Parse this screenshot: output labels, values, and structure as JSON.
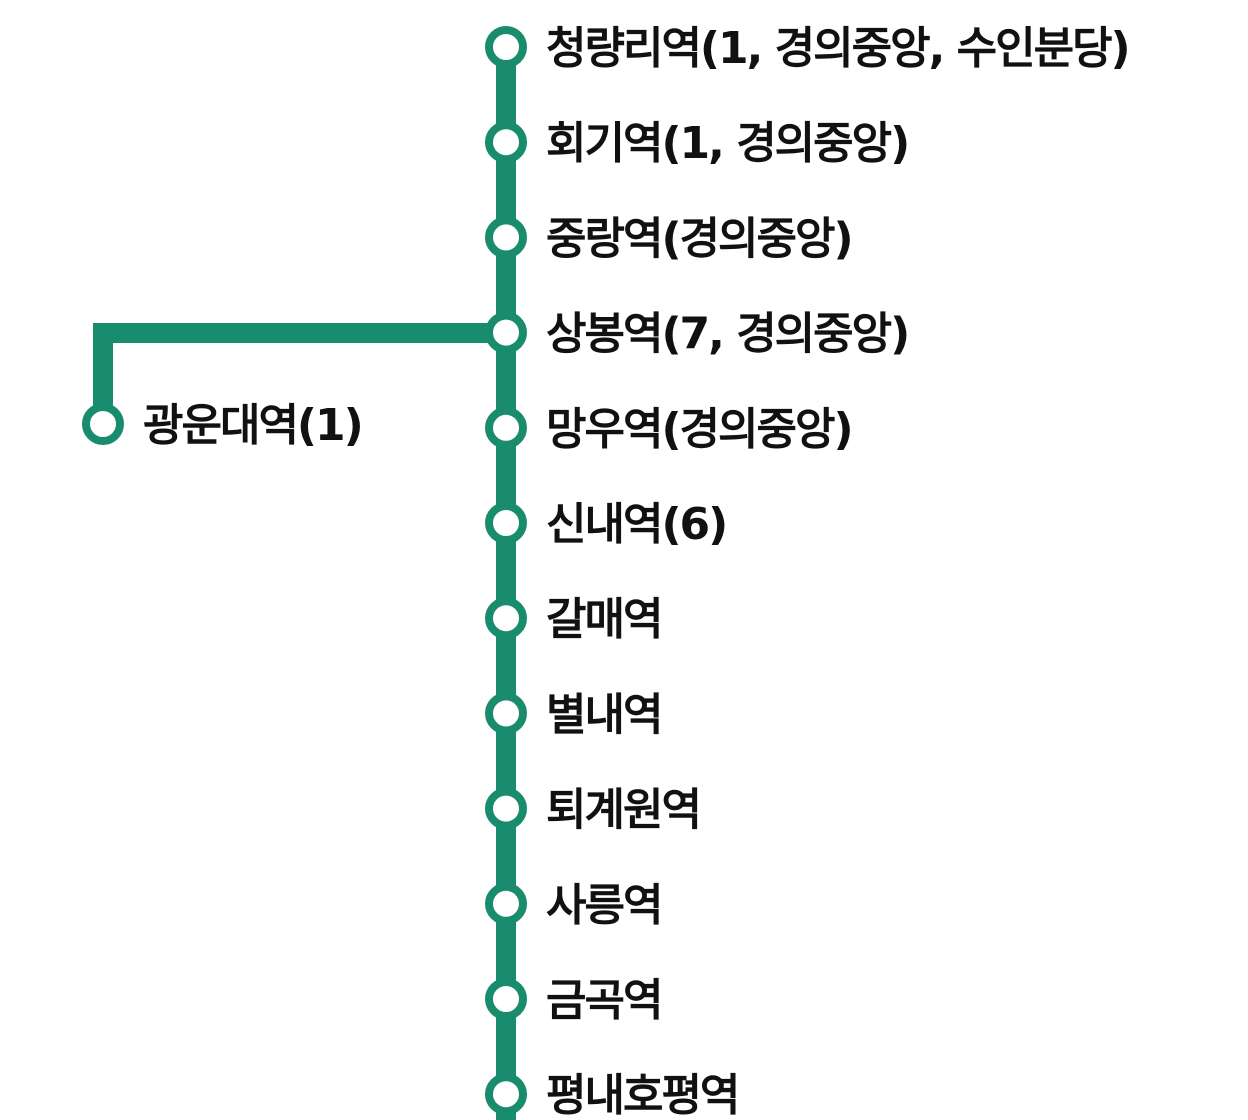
{
  "line_color": "#1a8c6e",
  "marker_fill": "#ffffff",
  "label_color": "#111111",
  "main_line": {
    "stations": [
      {
        "name": "청량리역(1, 경의중앙, 수인분당)"
      },
      {
        "name": "회기역(1, 경의중앙)"
      },
      {
        "name": "중랑역(경의중앙)"
      },
      {
        "name": "상봉역(7, 경의중앙)"
      },
      {
        "name": "망우역(경의중앙)"
      },
      {
        "name": "신내역(6)"
      },
      {
        "name": "갈매역"
      },
      {
        "name": "별내역"
      },
      {
        "name": "퇴계원역"
      },
      {
        "name": "사릉역"
      },
      {
        "name": "금곡역"
      },
      {
        "name": "평내호평역"
      }
    ]
  },
  "branch": {
    "from_station_index": 3,
    "stations": [
      {
        "name": "광운대역(1)"
      }
    ]
  }
}
